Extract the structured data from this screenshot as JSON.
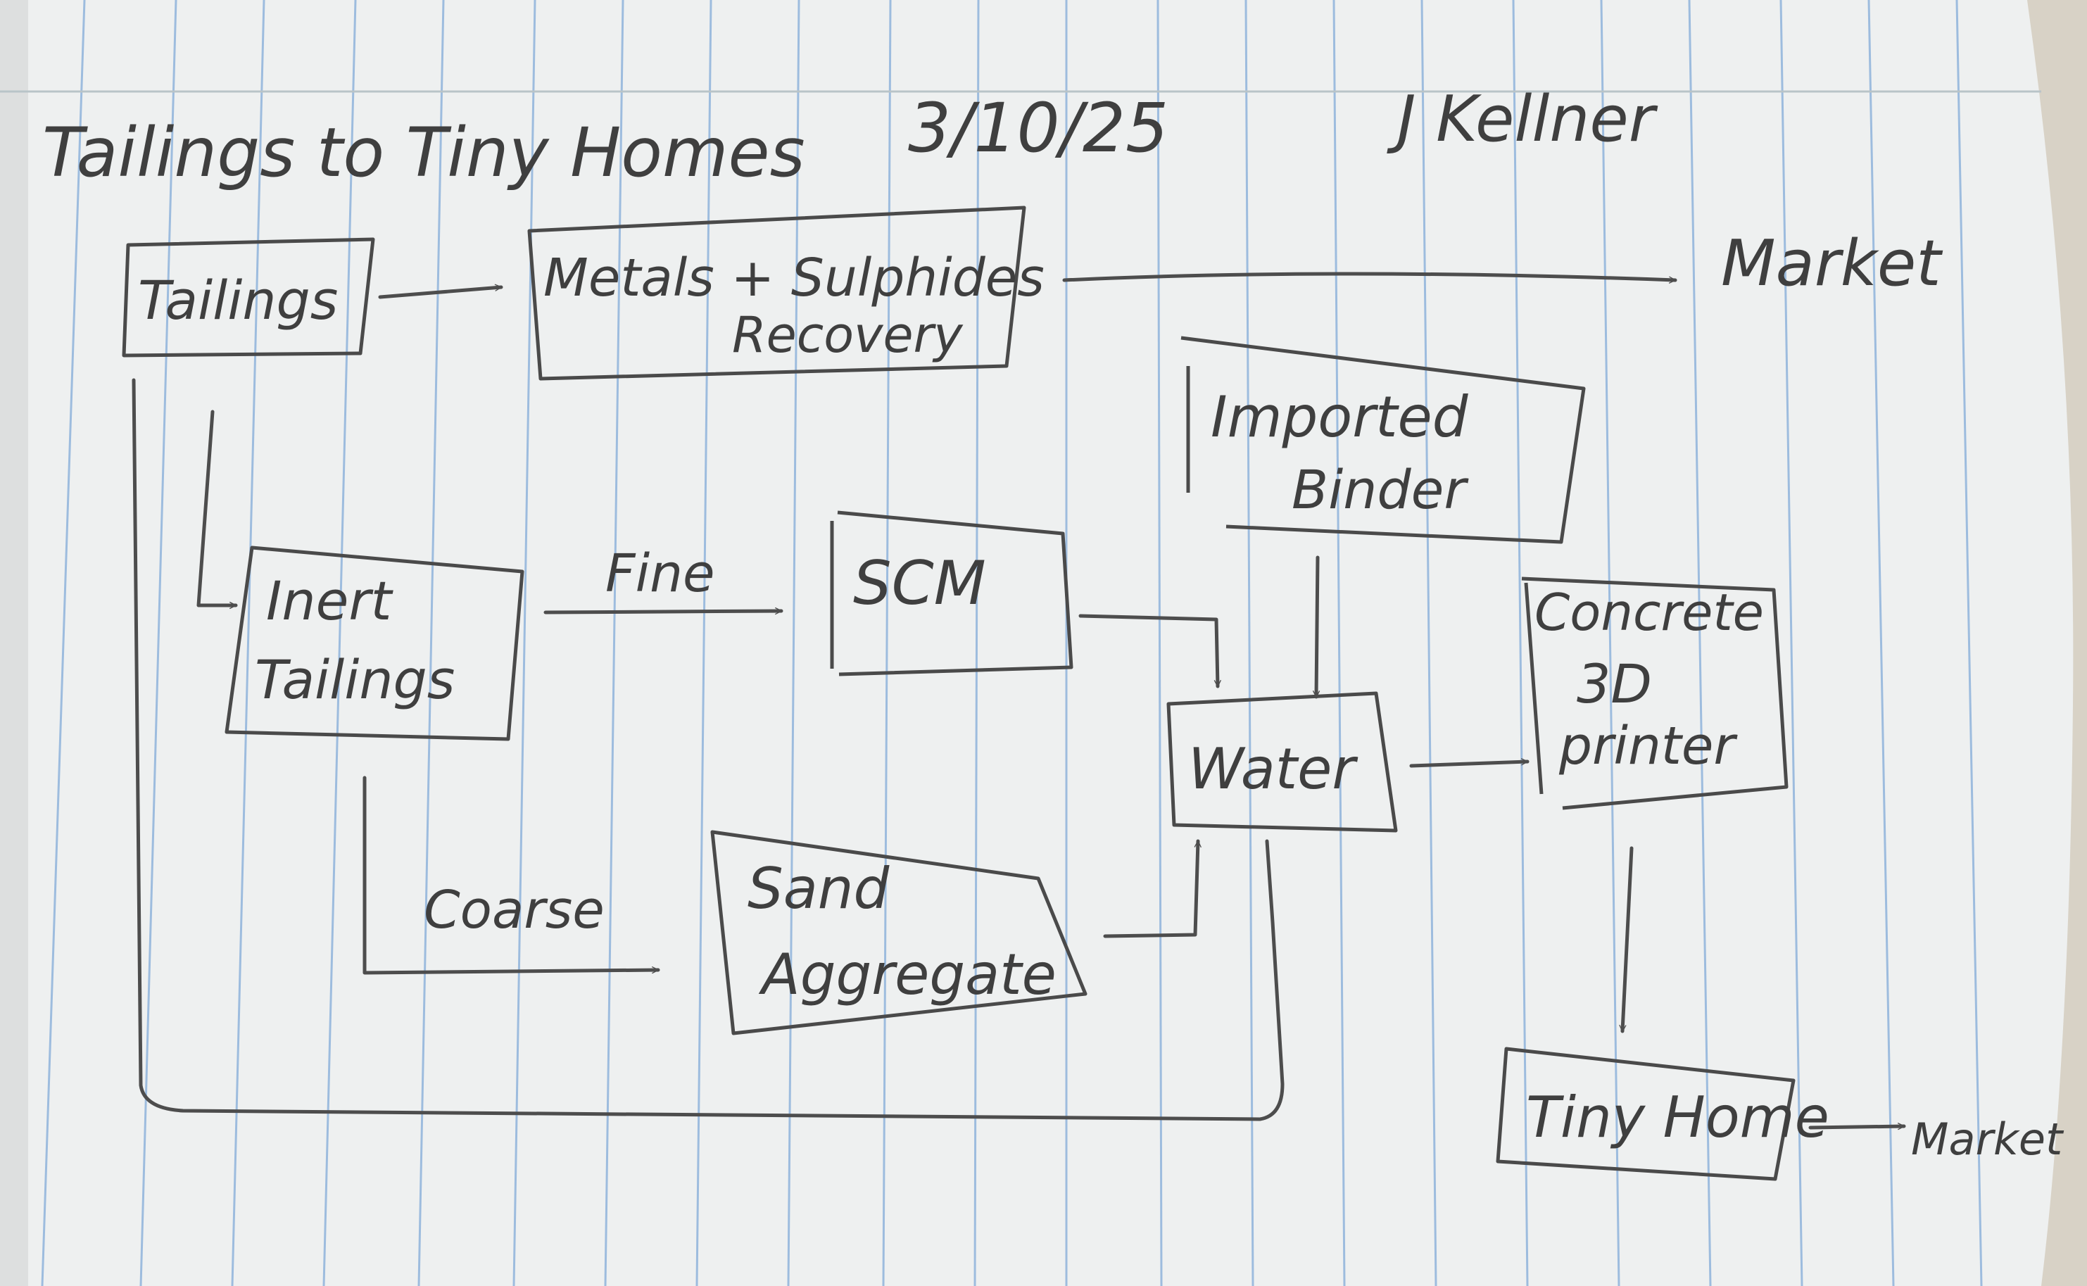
{
  "header": {
    "title": "Tailings to Tiny Homes",
    "date": "3/10/25",
    "author": "J Kellner"
  },
  "nodes": {
    "tailings": "Tailings",
    "metals_line1": "Metals + Sulphides",
    "metals_line2": "Recovery",
    "market_top": "Market",
    "binder_line1": "Imported",
    "binder_line2": "Binder",
    "inert_line1": "Inert",
    "inert_line2": "Tailings",
    "scm": "SCM",
    "water": "Water",
    "printer_line1": "Concrete",
    "printer_line2": "3D",
    "printer_line3": "printer",
    "sand_line1": "Sand",
    "sand_line2": "Aggregate",
    "tiny_home": "Tiny Home",
    "market_bottom": "Market"
  },
  "edge_labels": {
    "fine": "Fine",
    "coarse": "Coarse"
  },
  "colors": {
    "paper": "#eef0f0",
    "blue_rule": "#8fb4dc",
    "pencil": "#454545",
    "margin_line": "#b9c4c8"
  }
}
